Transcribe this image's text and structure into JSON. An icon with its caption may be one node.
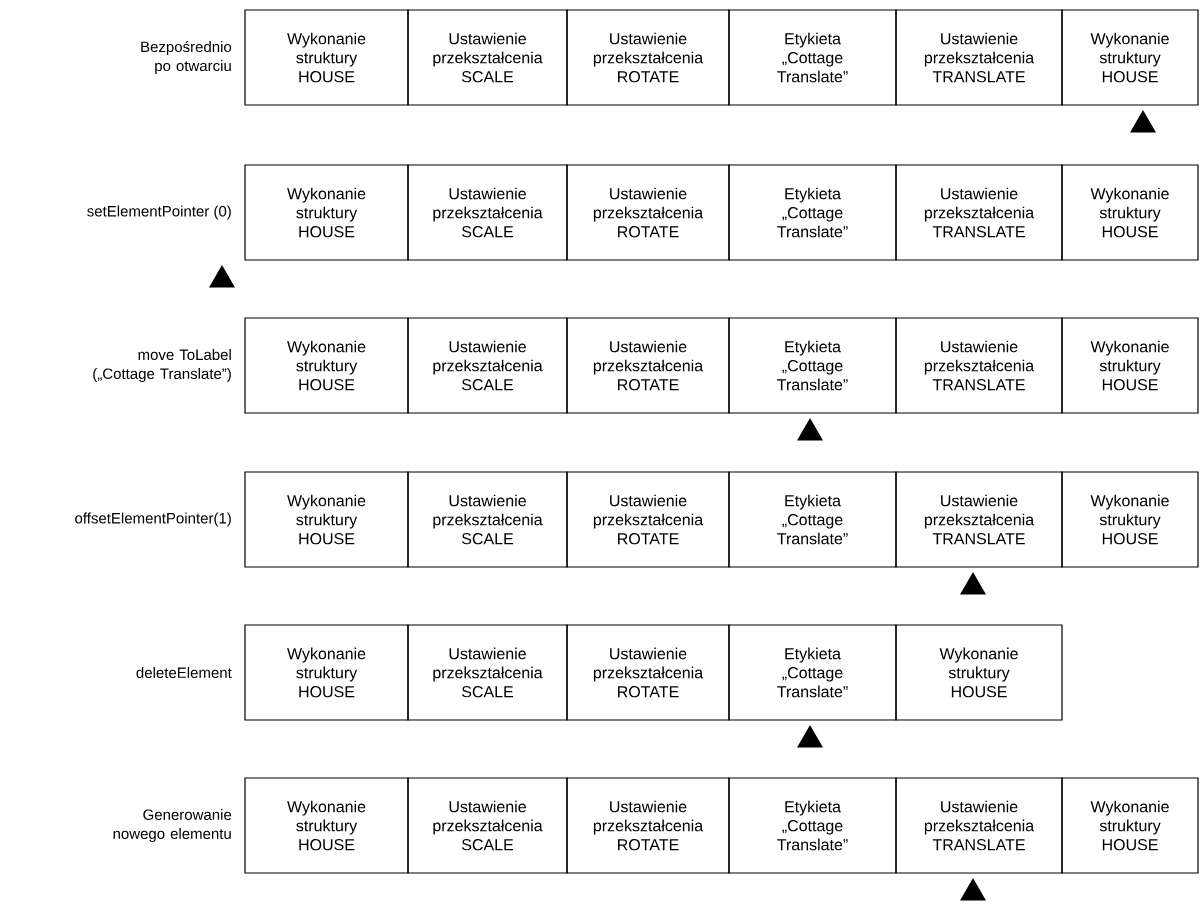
{
  "diagram": {
    "nodes": [
      {
        "text": [
          "Wykonanie struktury HOUSE"
        ]
      },
      {
        "text": [
          "Ustawienie przekształcenia SCALE"
        ]
      },
      {
        "text": [
          "Ustawienie przekształcenia ROTATE"
        ]
      },
      {
        "text": [
          "Etykieta „Cottage Translate”"
        ]
      },
      {
        "text": [
          "Ustawienie przekształcenia TRANSLATE"
        ]
      },
      {
        "text": [
          "Wykonanie struktury HOUSE"
        ]
      },
      {
        "text": [],
        "shape": "triangle"
      },
      {
        "text": [
          "Wykonanie struktury HOUSE"
        ]
      },
      {
        "text": [
          "Ustawienie przekształcenia SCALE"
        ]
      },
      {
        "text": [
          "Ustawienie przekształcenia ROTATE"
        ]
      },
      {
        "text": [
          "Etykieta „Cottage Translate”"
        ]
      },
      {
        "text": [
          "Ustawienie przekształcenia TRANSLATE"
        ]
      },
      {
        "text": [
          "Wykonanie struktury HOUSE"
        ]
      },
      {
        "text": [],
        "shape": "triangle"
      },
      {
        "text": [
          "Wykonanie struktury HOUSE"
        ]
      },
      {
        "text": [
          "Ustawienie przekształcenia SCALE"
        ]
      },
      {
        "text": [
          "Ustawienie przekształcenia ROTATE"
        ]
      },
      {
        "text": [
          "Etykieta „Cottage Translate”"
        ]
      },
      {
        "text": [
          "Ustawienie przekształcenia TRANSLATE"
        ]
      },
      {
        "text": [
          "Wykonanie struktury HOUSE"
        ]
      },
      {
        "text": [],
        "shape": "triangle"
      },
      {
        "text": [
          "Wykonanie struktury HOUSE"
        ]
      },
      {
        "text": [
          "Ustawienie przekształcenia SCALE"
        ]
      },
      {
        "text": [
          "Ustawienie przekształcenia ROTATE"
        ]
      },
      {
        "text": [
          "Etykieta „Cottage Translate”"
        ]
      },
      {
        "text": [
          "Ustawienie przekształcenia TRANSLATE"
        ]
      },
      {
        "text": [
          "Wykonanie struktury HOUSE"
        ]
      },
      {
        "text": [],
        "shape": "triangle"
      },
      {
        "text": [
          "Wykonanie struktury HOUSE"
        ]
      },
      {
        "text": [
          "Ustawienie przekształcenia SCALE"
        ]
      },
      {
        "text": [
          "Ustawienie przekształcenia ROTATE"
        ]
      },
      {
        "text": [
          "Etykieta „Cottage Translate”"
        ]
      },
      {
        "text": [
          "Wykonanie struktury HOUSE"
        ]
      },
      {
        "text": [],
        "shape": "triangle"
      },
      {
        "text": [
          "Wykonanie struktury HOUSE"
        ]
      },
      {
        "text": [
          "Ustawienie przekształcenia SCALE"
        ]
      },
      {
        "text": [
          "Ustawienie przekształcenia ROTATE"
        ]
      },
      {
        "text": [
          "Etykieta „Cottage Translate”"
        ]
      },
      {
        "text": [
          "Ustawienie przekształcenia TRANSLATE"
        ]
      },
      {
        "text": [
          "Wykonanie struktury HOUSE"
        ]
      },
      {
        "text": [],
        "shape": "triangle"
      }
    ],
    "labels": [
      "Bezpośrednio po otwarciu",
      "setElementPointer (0)",
      "move ToLabel („Cottage Translate”)",
      "offsetElementPointer(1)",
      "deleteElement",
      "Generowanie nowego elementu"
    ]
  }
}
